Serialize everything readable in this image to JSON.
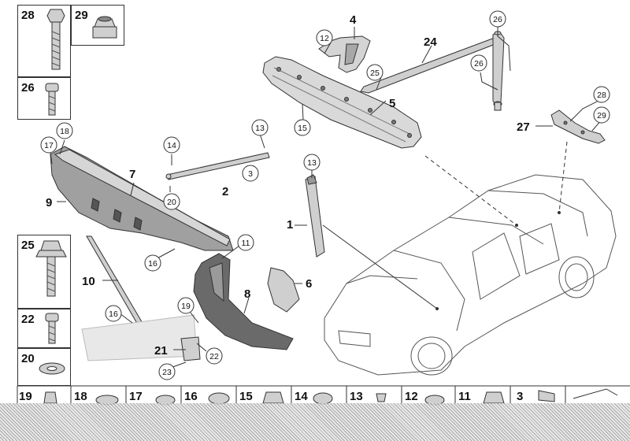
{
  "callouts": {
    "c_28": "28",
    "c_29": "29",
    "c_26": "26",
    "c_25": "25",
    "c_22": "22",
    "c_20": "20",
    "c_4": "4",
    "c_12": "12",
    "c_24": "24",
    "c_26a": "26",
    "c_26b": "26",
    "c_25b": "25",
    "c_5": "5",
    "c_15": "15",
    "c_27": "27",
    "c_28b": "28",
    "c_29b": "29",
    "c_18": "18",
    "c_17": "17",
    "c_7": "7",
    "c_9": "9",
    "c_14": "14",
    "c_13": "13",
    "c_3": "3",
    "c_2": "2",
    "c_20b": "20",
    "c_13b": "13",
    "c_1": "1",
    "c_11": "11",
    "c_16": "16",
    "c_6": "6",
    "c_10": "10",
    "c_8": "8",
    "c_16b": "16",
    "c_19": "19",
    "c_21": "21",
    "c_22b": "22",
    "c_23": "23"
  },
  "bottom_row": [
    "19",
    "18",
    "17",
    "16",
    "15",
    "14",
    "13",
    "12",
    "11",
    "3"
  ],
  "colors": {
    "line": "#333333",
    "part_fill": "#d4d4d4",
    "part_dark": "#8a8a8a",
    "car_line": "#555555"
  }
}
